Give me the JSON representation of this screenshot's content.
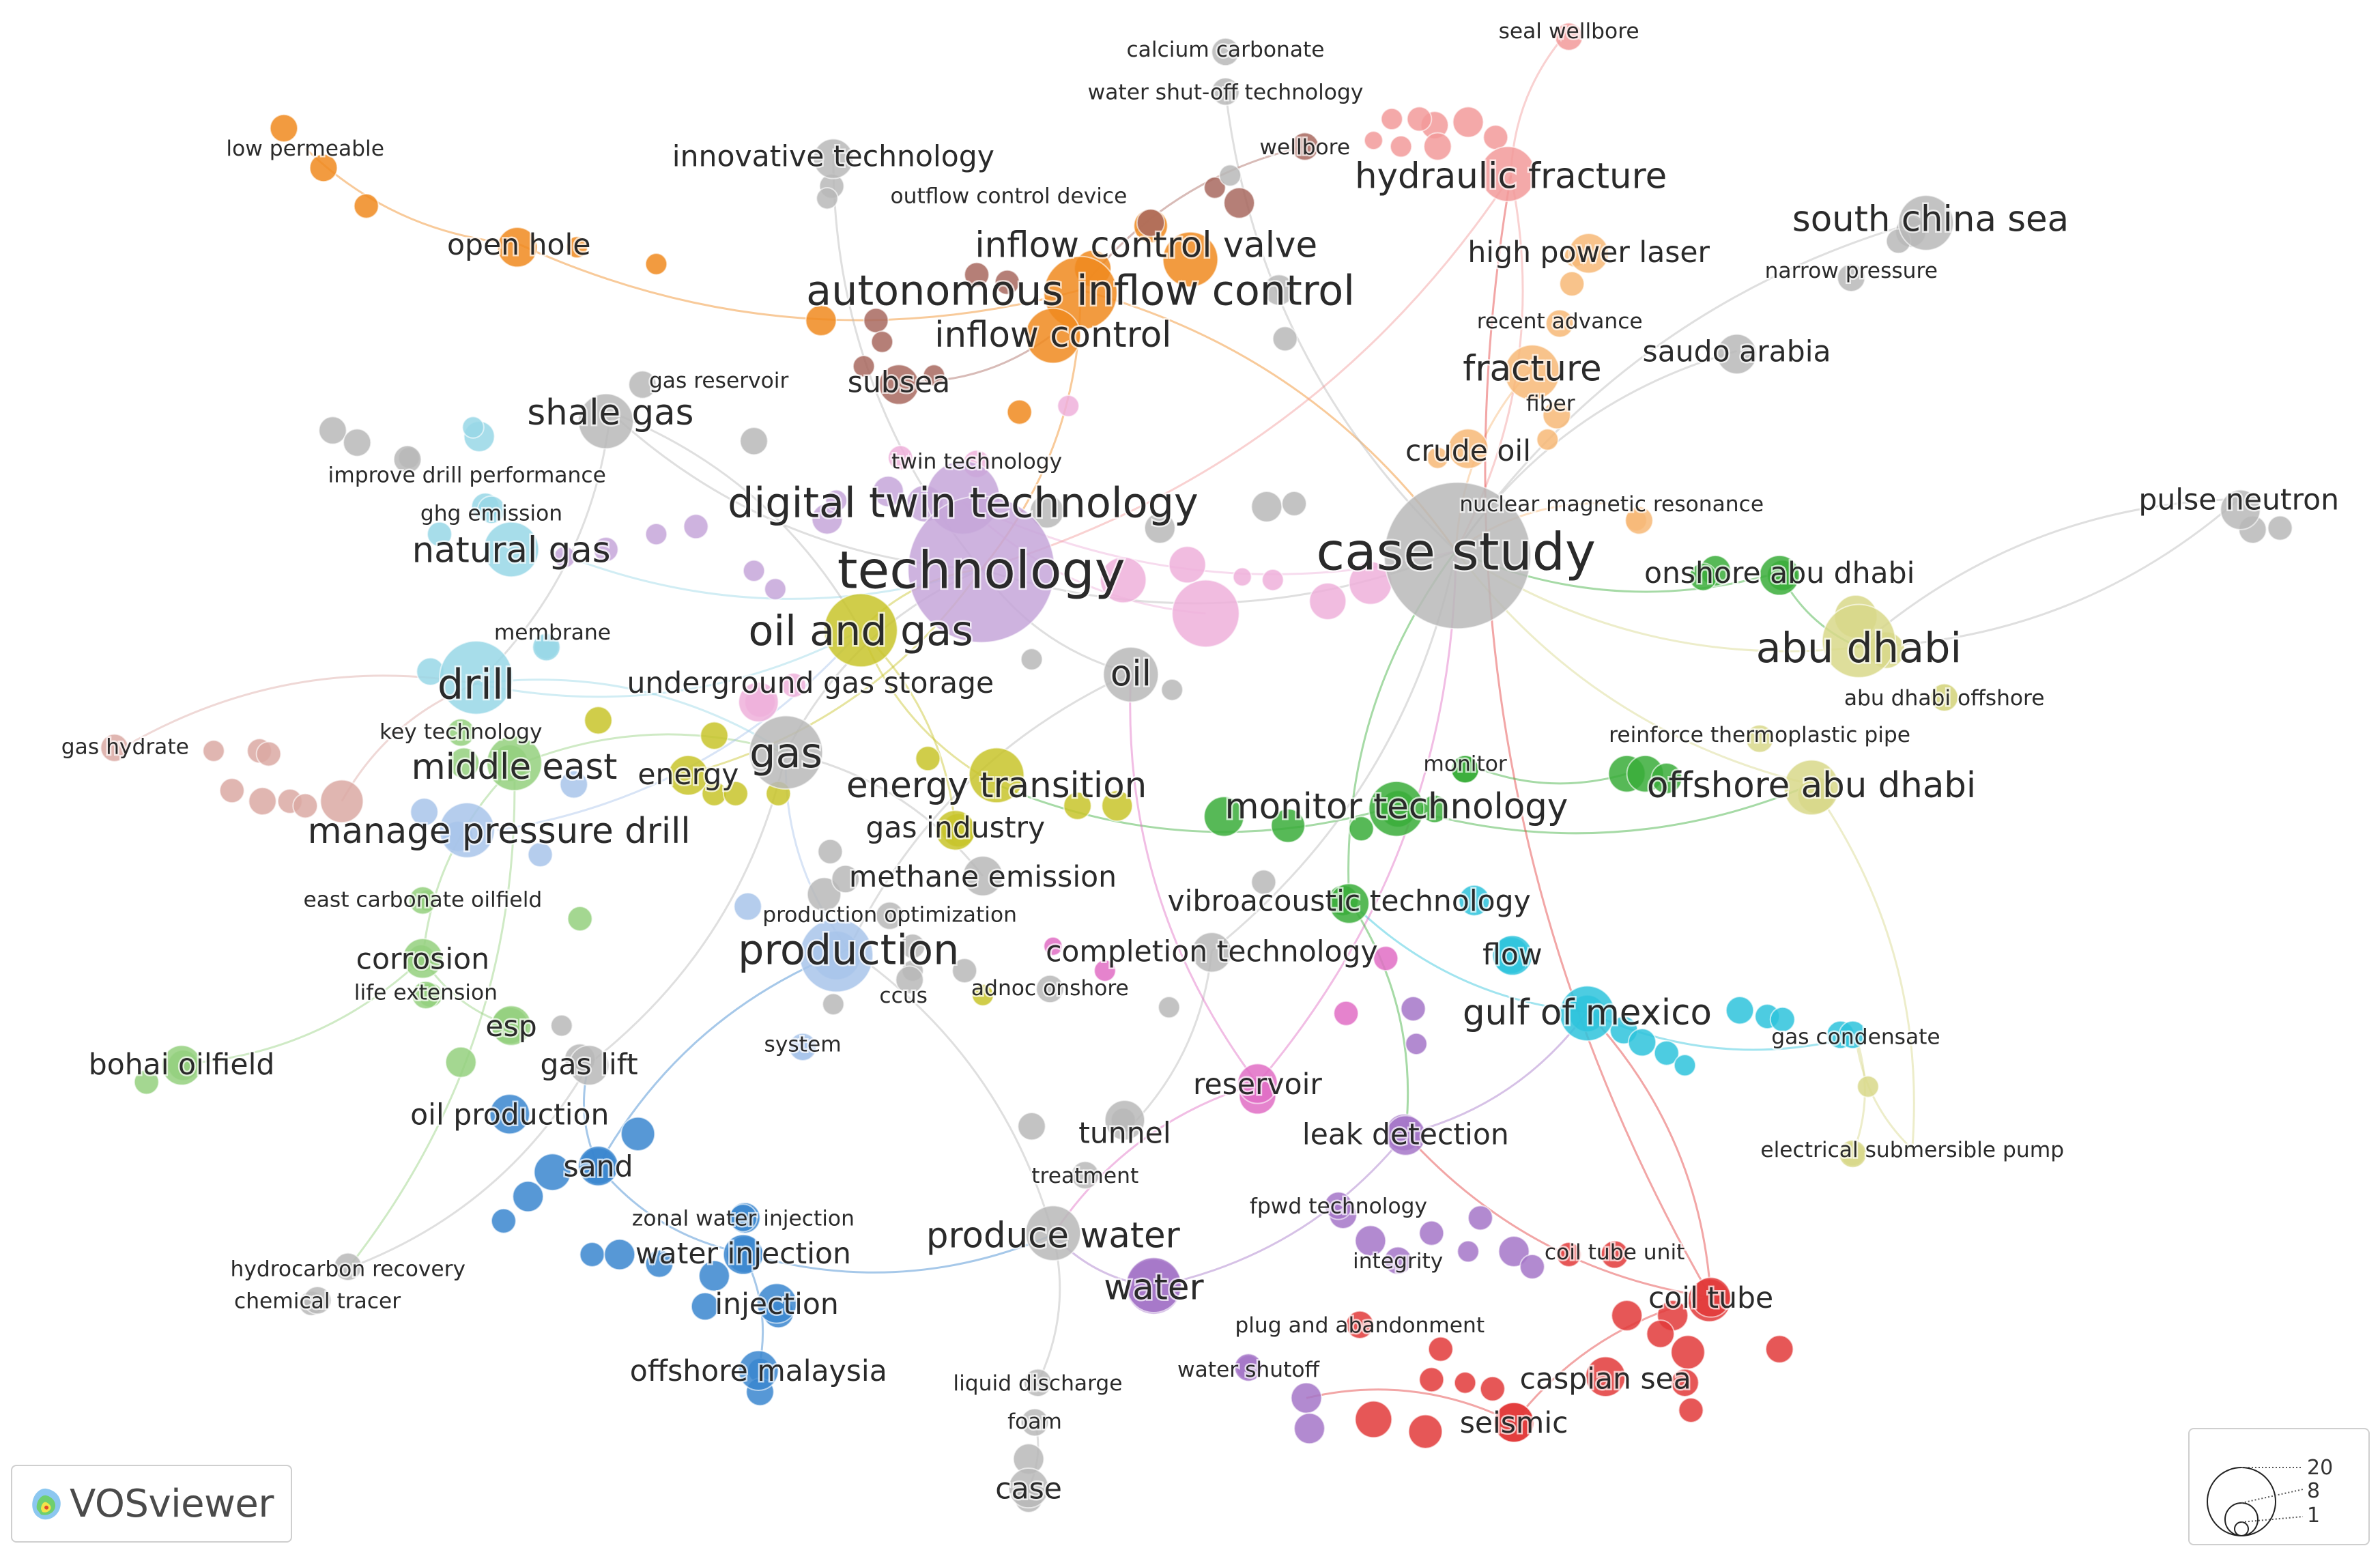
{
  "app": {
    "brand": "VOSviewer"
  },
  "size_legend": {
    "values": [
      "20",
      "8",
      "1"
    ]
  },
  "clusters": {
    "gray": "#b9b9b9",
    "purple_light": "#c5a6d9",
    "olive": "#c8c42a",
    "orange": "#f0891f",
    "brown": "#a8685f",
    "pink_salmon": "#f29a9a",
    "peach": "#f7b877",
    "cyan_light": "#98d7e6",
    "green": "#3aad3a",
    "khaki": "#d8d88a",
    "rose": "#dba9a3",
    "green_light": "#94d07e",
    "blue_light": "#a8c4ea",
    "blue": "#3a86cf",
    "cyan": "#2ec3dc",
    "magenta": "#e06dc4",
    "violet": "#a476c8",
    "red": "#e23a3a",
    "pink_light": "#eeb0da"
  },
  "network": {
    "labels": [
      {
        "id": "seal_wellbore",
        "text": "seal wellbore",
        "c": "pink_salmon",
        "size": "s"
      },
      {
        "id": "calcium_carbonate",
        "text": "calcium carbonate",
        "c": "gray",
        "size": "s"
      },
      {
        "id": "water_shutoff_tech",
        "text": "water shut-off technology",
        "c": "gray",
        "size": "s"
      },
      {
        "id": "low_permeable",
        "text": "low permeable",
        "c": "orange",
        "size": "s"
      },
      {
        "id": "innovative_technology",
        "text": "innovative technology",
        "c": "gray",
        "size": "m"
      },
      {
        "id": "wellbore",
        "text": "wellbore",
        "c": "brown",
        "size": "s"
      },
      {
        "id": "hydraulic_fracture",
        "text": "hydraulic fracture",
        "c": "pink_salmon",
        "size": "l"
      },
      {
        "id": "outflow_control_device",
        "text": "outflow control device",
        "c": "brown",
        "size": "s"
      },
      {
        "id": "south_china_sea",
        "text": "south china sea",
        "c": "gray",
        "size": "l"
      },
      {
        "id": "open_hole",
        "text": "open hole",
        "c": "orange",
        "size": "m"
      },
      {
        "id": "inflow_control_valve",
        "text": "inflow control valve",
        "c": "orange",
        "size": "l"
      },
      {
        "id": "high_power_laser",
        "text": "high power laser",
        "c": "peach",
        "size": "m"
      },
      {
        "id": "narrow_pressure",
        "text": "narrow pressure",
        "c": "gray",
        "size": "s"
      },
      {
        "id": "autonomous_inflow_control",
        "text": "autonomous inflow control",
        "c": "orange",
        "size": "xl"
      },
      {
        "id": "recent_advance",
        "text": "recent advance",
        "c": "peach",
        "size": "s"
      },
      {
        "id": "inflow_control",
        "text": "inflow control",
        "c": "orange",
        "size": "l"
      },
      {
        "id": "saudo_arabia",
        "text": "saudo arabia",
        "c": "gray",
        "size": "m"
      },
      {
        "id": "fracture",
        "text": "fracture",
        "c": "peach",
        "size": "l"
      },
      {
        "id": "gas_reservoir",
        "text": "gas reservoir",
        "c": "gray",
        "size": "s"
      },
      {
        "id": "subsea",
        "text": "subsea",
        "c": "brown",
        "size": "m"
      },
      {
        "id": "fiber",
        "text": "fiber",
        "c": "peach",
        "size": "s"
      },
      {
        "id": "shale_gas",
        "text": "shale gas",
        "c": "gray",
        "size": "l"
      },
      {
        "id": "crude_oil",
        "text": "crude oil",
        "c": "peach",
        "size": "m"
      },
      {
        "id": "twin_technology",
        "text": "twin technology",
        "c": "pink_light",
        "size": "s"
      },
      {
        "id": "improve_drill_performance",
        "text": "improve drill performance",
        "c": "gray",
        "size": "s"
      },
      {
        "id": "pulse_neutron",
        "text": "pulse neutron",
        "c": "gray",
        "size": "m"
      },
      {
        "id": "digital_twin_technology",
        "text": "digital twin technology",
        "c": "purple_light",
        "size": "xl"
      },
      {
        "id": "nuclear_magnetic_resonance",
        "text": "nuclear magnetic resonance",
        "c": "peach",
        "size": "s"
      },
      {
        "id": "ghg_emission",
        "text": "ghg emission",
        "c": "cyan_light",
        "size": "s"
      },
      {
        "id": "natural_gas",
        "text": "natural gas",
        "c": "cyan_light",
        "size": "l"
      },
      {
        "id": "case_study",
        "text": "case study",
        "c": "gray",
        "size": "xxl"
      },
      {
        "id": "technology",
        "text": "technology",
        "c": "purple_light",
        "size": "xxl"
      },
      {
        "id": "onshore_abu_dhabi",
        "text": "onshore abu dhabi",
        "c": "green",
        "size": "m"
      },
      {
        "id": "oil_and_gas",
        "text": "oil and gas",
        "c": "olive",
        "size": "xl"
      },
      {
        "id": "membrane",
        "text": "membrane",
        "c": "cyan_light",
        "size": "s"
      },
      {
        "id": "abu_dhabi",
        "text": "abu dhabi",
        "c": "khaki",
        "size": "xl"
      },
      {
        "id": "drill",
        "text": "drill",
        "c": "cyan_light",
        "size": "xl"
      },
      {
        "id": "oil",
        "text": "oil",
        "c": "gray",
        "size": "l"
      },
      {
        "id": "underground_gas_storage",
        "text": "underground gas storage",
        "c": "pink_light",
        "size": "m"
      },
      {
        "id": "abu_dhabi_offshore",
        "text": "abu dhabi offshore",
        "c": "khaki",
        "size": "s"
      },
      {
        "id": "gas_hydrate",
        "text": "gas hydrate",
        "c": "rose",
        "size": "s"
      },
      {
        "id": "key_technology",
        "text": "key technology",
        "c": "green_light",
        "size": "s"
      },
      {
        "id": "reinforce_thermoplastic_pipe",
        "text": "reinforce thermoplastic pipe",
        "c": "khaki",
        "size": "s"
      },
      {
        "id": "gas",
        "text": "gas",
        "c": "gray",
        "size": "xl"
      },
      {
        "id": "middle_east",
        "text": "middle east",
        "c": "green_light",
        "size": "l"
      },
      {
        "id": "monitor",
        "text": "monitor",
        "c": "green",
        "size": "s"
      },
      {
        "id": "energy",
        "text": "energy",
        "c": "olive",
        "size": "m"
      },
      {
        "id": "offshore_abu_dhabi",
        "text": "offshore abu dhabi",
        "c": "khaki",
        "size": "l"
      },
      {
        "id": "energy_transition",
        "text": "energy transition",
        "c": "olive",
        "size": "l"
      },
      {
        "id": "monitor_technology",
        "text": "monitor technology",
        "c": "green",
        "size": "l"
      },
      {
        "id": "manage_pressure_drill",
        "text": "manage pressure drill",
        "c": "blue_light",
        "size": "l"
      },
      {
        "id": "gas_industry",
        "text": "gas industry",
        "c": "olive",
        "size": "m"
      },
      {
        "id": "methane_emission",
        "text": "methane emission",
        "c": "gray",
        "size": "m"
      },
      {
        "id": "east_carbonate_oilfield",
        "text": "east carbonate oilfield",
        "c": "green_light",
        "size": "s"
      },
      {
        "id": "vibroacoustic_technology",
        "text": "vibroacoustic technology",
        "c": "green",
        "size": "m"
      },
      {
        "id": "production_optimization",
        "text": "production optimization",
        "c": "gray",
        "size": "s"
      },
      {
        "id": "production",
        "text": "production",
        "c": "blue_light",
        "size": "xl"
      },
      {
        "id": "corrosion",
        "text": "corrosion",
        "c": "green_light",
        "size": "m"
      },
      {
        "id": "completion_technology",
        "text": "completion technology",
        "c": "gray",
        "size": "m"
      },
      {
        "id": "flow",
        "text": "flow",
        "c": "cyan",
        "size": "m"
      },
      {
        "id": "life_extension",
        "text": "life extension",
        "c": "green_light",
        "size": "s"
      },
      {
        "id": "ccus",
        "text": "ccus",
        "c": "gray",
        "size": "s"
      },
      {
        "id": "adnoc_onshore",
        "text": "adnoc onshore",
        "c": "gray",
        "size": "s"
      },
      {
        "id": "esp",
        "text": "esp",
        "c": "green_light",
        "size": "m"
      },
      {
        "id": "gulf_of_mexico",
        "text": "gulf of mexico",
        "c": "cyan",
        "size": "l"
      },
      {
        "id": "bohai_oilfield",
        "text": "bohai oilfield",
        "c": "green_light",
        "size": "m"
      },
      {
        "id": "gas_condensate",
        "text": "gas condensate",
        "c": "cyan",
        "size": "s"
      },
      {
        "id": "system",
        "text": "system",
        "c": "blue_light",
        "size": "s"
      },
      {
        "id": "gas_lift",
        "text": "gas lift",
        "c": "gray",
        "size": "m"
      },
      {
        "id": "reservoir",
        "text": "reservoir",
        "c": "magenta",
        "size": "m"
      },
      {
        "id": "oil_production",
        "text": "oil production",
        "c": "blue",
        "size": "m"
      },
      {
        "id": "tunnel",
        "text": "tunnel",
        "c": "gray",
        "size": "m"
      },
      {
        "id": "leak_detection",
        "text": "leak detection",
        "c": "violet",
        "size": "m"
      },
      {
        "id": "electrical_submersible_pump",
        "text": "electrical submersible pump",
        "c": "khaki",
        "size": "s"
      },
      {
        "id": "sand",
        "text": "sand",
        "c": "blue",
        "size": "m"
      },
      {
        "id": "treatment",
        "text": "treatment",
        "c": "gray",
        "size": "s"
      },
      {
        "id": "fpwd_technology",
        "text": "fpwd technology",
        "c": "violet",
        "size": "s"
      },
      {
        "id": "zonal_water_injection",
        "text": "zonal water injection",
        "c": "blue",
        "size": "s"
      },
      {
        "id": "produce_water",
        "text": "produce water",
        "c": "gray",
        "size": "l"
      },
      {
        "id": "hydrocarbon_recovery",
        "text": "hydrocarbon recovery",
        "c": "gray",
        "size": "s"
      },
      {
        "id": "water_injection",
        "text": "water injection",
        "c": "blue",
        "size": "m"
      },
      {
        "id": "integrity",
        "text": "integrity",
        "c": "violet",
        "size": "s"
      },
      {
        "id": "coil_tube_unit",
        "text": "coil tube unit",
        "c": "red",
        "size": "s"
      },
      {
        "id": "chemical_tracer",
        "text": "chemical tracer",
        "c": "gray",
        "size": "s"
      },
      {
        "id": "water",
        "text": "water",
        "c": "violet",
        "size": "l"
      },
      {
        "id": "coil_tube",
        "text": "coil tube",
        "c": "red",
        "size": "m"
      },
      {
        "id": "injection",
        "text": "injection",
        "c": "blue",
        "size": "m"
      },
      {
        "id": "plug_and_abandonment",
        "text": "plug and abandonment",
        "c": "red",
        "size": "s"
      },
      {
        "id": "offshore_malaysia",
        "text": "offshore malaysia",
        "c": "blue",
        "size": "m"
      },
      {
        "id": "water_shutoff",
        "text": "water shutoff",
        "c": "violet",
        "size": "s"
      },
      {
        "id": "caspian_sea",
        "text": "caspian sea",
        "c": "red",
        "size": "m"
      },
      {
        "id": "liquid_discharge",
        "text": "liquid discharge",
        "c": "gray",
        "size": "s"
      },
      {
        "id": "seismic",
        "text": "seismic",
        "c": "red",
        "size": "m"
      },
      {
        "id": "foam",
        "text": "foam",
        "c": "gray",
        "size": "s"
      },
      {
        "id": "case",
        "text": "case",
        "c": "gray",
        "size": "m"
      }
    ]
  }
}
